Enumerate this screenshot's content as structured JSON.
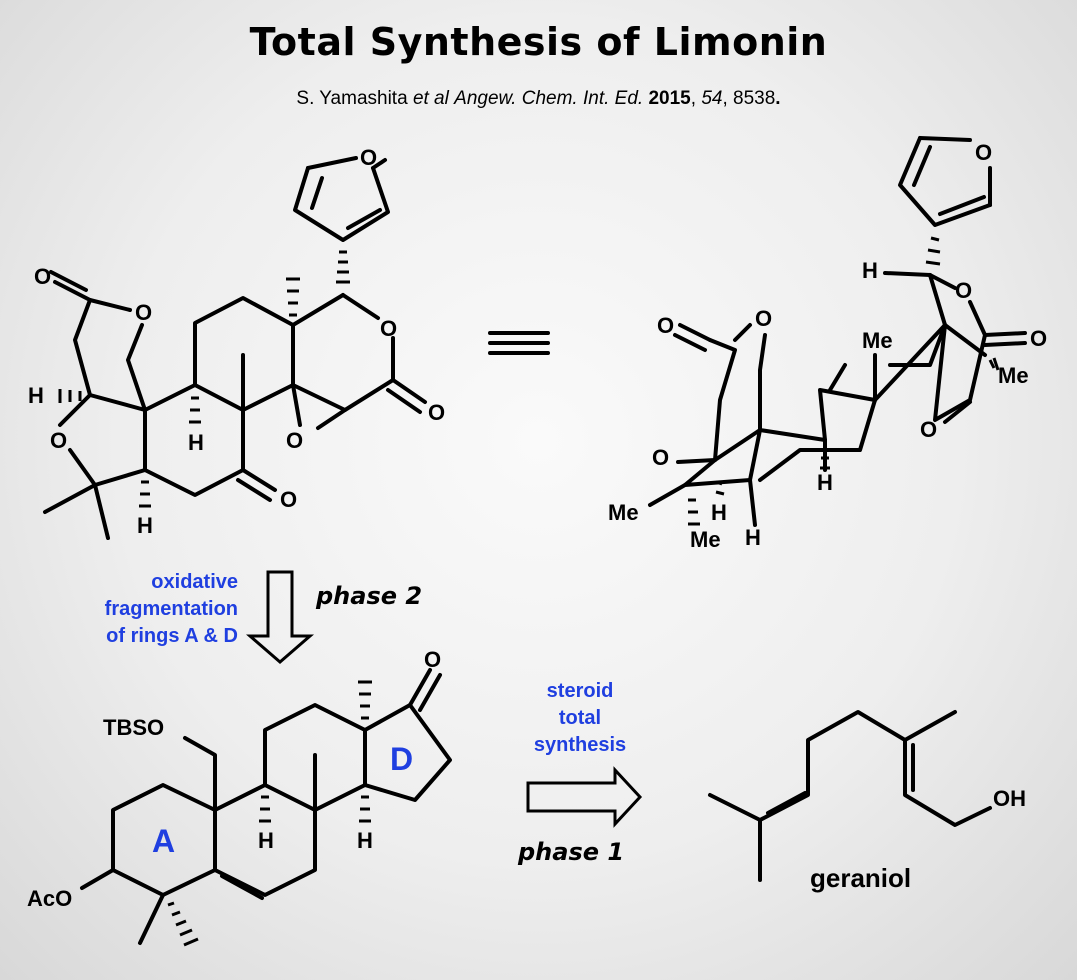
{
  "title": "Total Synthesis of Limonin",
  "citation": {
    "author": "S. Yamashita",
    "etal": "et al",
    "journal": "Angew. Chem. Int. Ed.",
    "year": "2015",
    "volume": "54",
    "pages": "8538"
  },
  "atoms": {
    "O": "O",
    "H": "H",
    "Me": "Me",
    "TBSO": "TBSO",
    "AcO": "AcO",
    "OH": "OH"
  },
  "rings": {
    "A": "A",
    "D": "D"
  },
  "steps": {
    "phase2": "phase 2",
    "phase1": "phase 1",
    "phase2_note": [
      "oxidative",
      "fragmentation",
      "of rings A & D"
    ],
    "phase1_note": [
      "steroid",
      "total",
      "synthesis"
    ]
  },
  "compounds": {
    "geraniol": "geraniol"
  },
  "colors": {
    "annotation": "#1f3fe0",
    "ink": "#000000"
  }
}
